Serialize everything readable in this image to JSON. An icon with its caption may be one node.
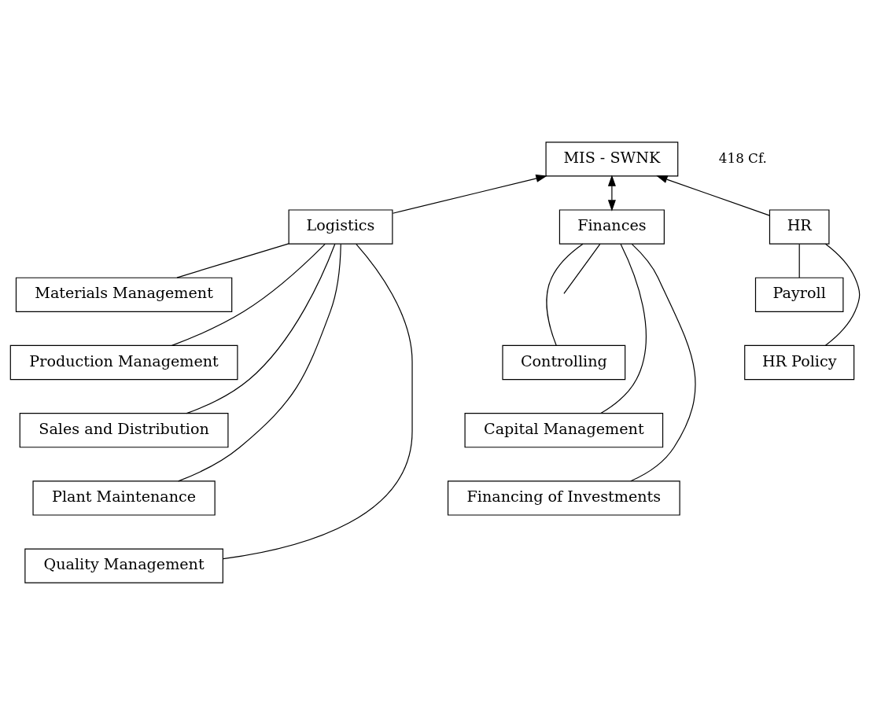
{
  "diagram": {
    "nodes": [
      {
        "text": [
          "MIS - SWNK"
        ]
      },
      {
        "text": [
          "Logistics"
        ]
      },
      {
        "text": [
          "Finances"
        ]
      },
      {
        "text": [
          "HR"
        ]
      },
      {
        "text": [
          "Materials Management"
        ]
      },
      {
        "text": [
          "Production Management"
        ]
      },
      {
        "text": [
          "Sales and Distribution"
        ]
      },
      {
        "text": [
          "Plant Maintenance"
        ]
      },
      {
        "text": [
          "Quality Management"
        ]
      },
      {
        "text": [
          "Controlling"
        ]
      },
      {
        "text": [
          "Capital Management"
        ]
      },
      {
        "text": [
          "Financing of Investments"
        ]
      },
      {
        "text": [
          "Payroll"
        ]
      },
      {
        "text": [
          "HR Policy"
        ]
      }
    ],
    "edges": [
      {
        "from": 1,
        "to": 0,
        "arrow": "to"
      },
      {
        "from": 2,
        "to": 0,
        "arrow": "both"
      },
      {
        "from": 3,
        "to": 0,
        "arrow": "to"
      },
      {
        "from": 1,
        "to": 4,
        "arrow": "none"
      },
      {
        "from": 1,
        "to": 5,
        "arrow": "none"
      },
      {
        "from": 1,
        "to": 6,
        "arrow": "none"
      },
      {
        "from": 1,
        "to": 7,
        "arrow": "none"
      },
      {
        "from": 1,
        "to": 8,
        "arrow": "none"
      },
      {
        "from": 2,
        "to": null,
        "arrow": "none"
      },
      {
        "from": 2,
        "to": 9,
        "arrow": "none"
      },
      {
        "from": 2,
        "to": 10,
        "arrow": "none"
      },
      {
        "from": 2,
        "to": 11,
        "arrow": "none"
      },
      {
        "from": 3,
        "to": 12,
        "arrow": "none"
      },
      {
        "from": 3,
        "to": 13,
        "arrow": "none"
      }
    ],
    "labels": [
      "418 Cf."
    ]
  }
}
